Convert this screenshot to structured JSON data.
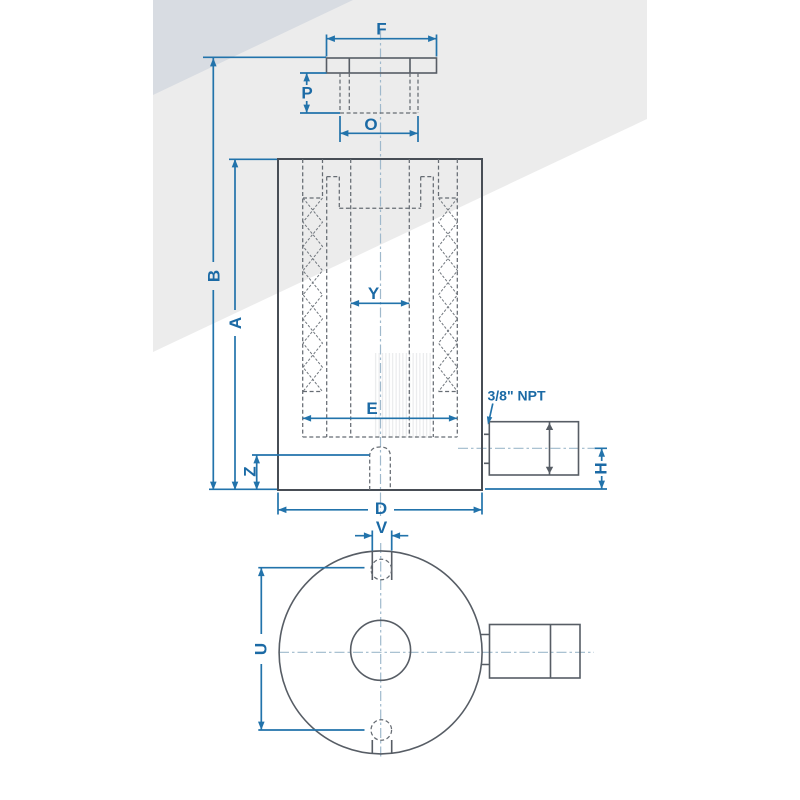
{
  "labels": {
    "f": "F",
    "p": "P",
    "o": "O",
    "b": "B",
    "a": "A",
    "y": "Y",
    "e": "E",
    "z": "Z",
    "d": "D",
    "h": "H",
    "v": "V",
    "u": "U",
    "npt": "3/8\" NPT"
  },
  "colors": {
    "dimension": "#2273ab",
    "label": "#1b6aa5",
    "drawing": "#575d65",
    "drawing-dark": "#474d55",
    "hidden": "#666c73",
    "spring": "#70767d",
    "centerline": "#9fb9cc",
    "band-light": "#ececec",
    "band-dark": "#d8dce2",
    "page": "#ffffff"
  }
}
